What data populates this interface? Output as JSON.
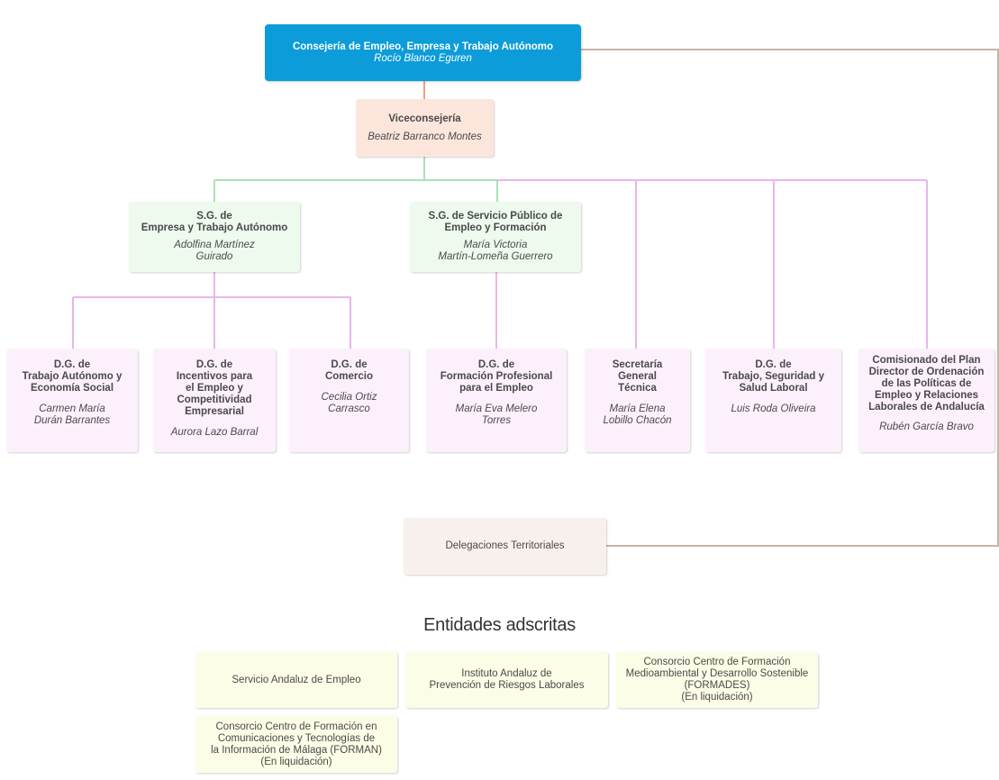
{
  "colors": {
    "top_box": "#0c9cd9",
    "vice_box": "#fce6db",
    "sg_box": "#eefaee",
    "dg_box": "#fcf0fc",
    "delegaciones_box": "#f8f0ec",
    "entidades_box": "#fbfde6",
    "line_orange": "#f2a07c",
    "line_green": "#a8e2b4",
    "line_pink": "#e8b6ec",
    "line_brown": "#c8b4a8"
  },
  "top": {
    "title": "Consejería de Empleo, Empresa y Trabajo Autónomo",
    "person": "Rocío Blanco Eguren"
  },
  "vice": {
    "title": "Viceconsejería",
    "person": "Beatriz Barranco Montes"
  },
  "sg": [
    {
      "title": "S.G. de\nEmpresa y Trabajo Autónomo",
      "person": "Adolfina Martínez\nGuirado"
    },
    {
      "title": "S.G. de Servicio Público de\nEmpleo y Formación",
      "person": "María Victoria\nMartín-Lomeña Guerrero"
    }
  ],
  "dg": [
    {
      "title": "D.G. de\nTrabajo Autónomo y\nEconomía Social",
      "person": "Carmen María\nDurán Barrantes"
    },
    {
      "title": "D.G. de\nIncentivos para\nel Empleo y\nCompetitividad\nEmpresarial",
      "person": "Aurora Lazo Barral"
    },
    {
      "title": "D.G. de\nComercio",
      "person": "Cecilia Ortiz\nCarrasco"
    },
    {
      "title": "D.G. de\nFormación Profesional\npara el Empleo",
      "person": "María Eva Melero\nTorres"
    },
    {
      "title": "Secretaría\nGeneral\nTécnica",
      "person": "María Elena\nLobillo Chacón"
    },
    {
      "title": "D.G. de\nTrabajo, Seguridad y\nSalud Laboral",
      "person": "Luis Roda Oliveira"
    },
    {
      "title": "Comisionado del Plan\nDirector de Ordenación\nde las Políticas de\nEmpleo y Relaciones\nLaborales de Andalucía",
      "person": "Rubén García Bravo"
    }
  ],
  "delegaciones": {
    "label": "Delegaciones Territoriales"
  },
  "entidades": {
    "heading": "Entidades adscritas",
    "items": [
      "Servicio Andaluz de Empleo",
      "Instituto Andaluz de\nPrevención de Riesgos Laborales",
      "Consorcio Centro de Formación\nMedioambiental y Desarrollo Sostenible\n(FORMADES)\n(En liquidación)",
      "Consorcio Centro de Formación en\nComunicaciones y Tecnologías de\nla Información de Málaga (FORMAN)\n(En liquidación)"
    ]
  }
}
